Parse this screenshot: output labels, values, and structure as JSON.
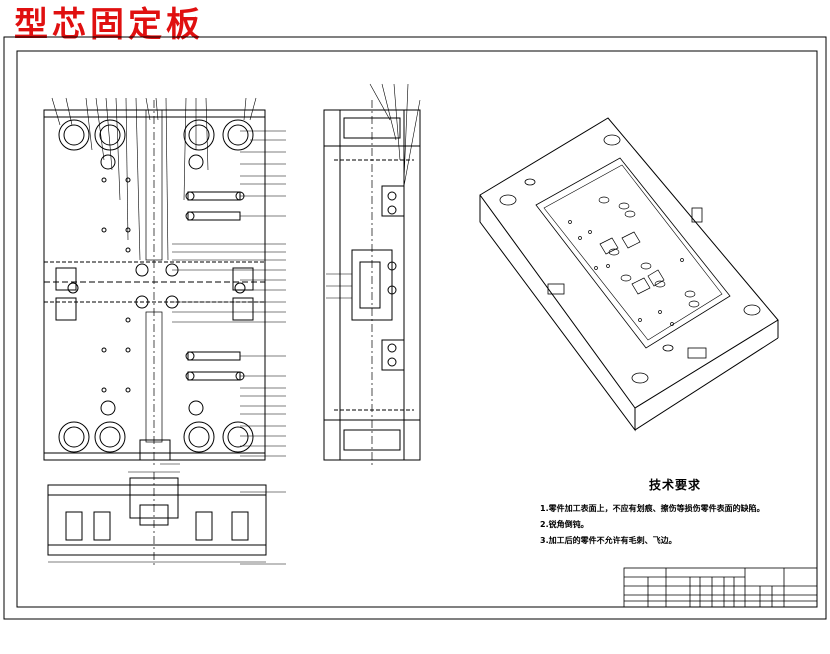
{
  "title": "型芯固定板",
  "tech_requirements": {
    "heading": "技术要求",
    "items": [
      "1.零件加工表面上，不应有划痕、擦伤等损伤零件表面的缺陷。",
      "2.锐角倒钝。",
      "3.加工后的零件不允许有毛刺、飞边。"
    ]
  },
  "colors": {
    "title": "#e01010",
    "line": "#000000",
    "paper": "#ffffff"
  }
}
